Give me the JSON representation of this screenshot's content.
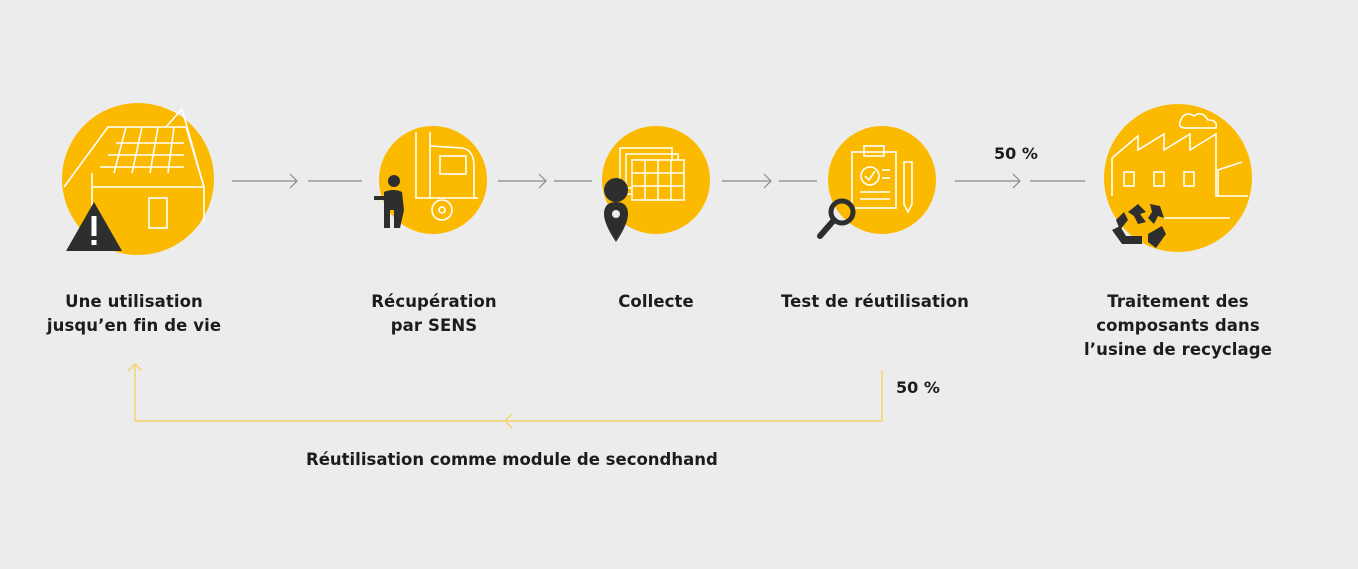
{
  "steps": [
    {
      "label": "Une utilisation\njusqu’en fin de vie",
      "icon": "house-solar-panel-warning-icon"
    },
    {
      "label": "Récupération\npar SENS",
      "icon": "person-truck-icon"
    },
    {
      "label": "Collecte",
      "icon": "stacked-solar-panels-location-icon"
    },
    {
      "label": "Test de réutilisation",
      "icon": "clipboard-magnifier-icon"
    },
    {
      "label": "Traitement des\ncomposants dans\nl’usine de recyclage",
      "icon": "factory-recycle-icon"
    }
  ],
  "flow": {
    "to_recycling_percent": "50 %",
    "to_reuse_percent": "50 %",
    "reuse_label": "Réutilisation comme module de secondhand"
  },
  "colors": {
    "circle": "#fbb900",
    "background": "#ececec",
    "arrow": "#8a8a8a",
    "return_line": "#f5d26a",
    "dark_icon": "#3a3a3a",
    "line_icon": "#ffffff"
  }
}
